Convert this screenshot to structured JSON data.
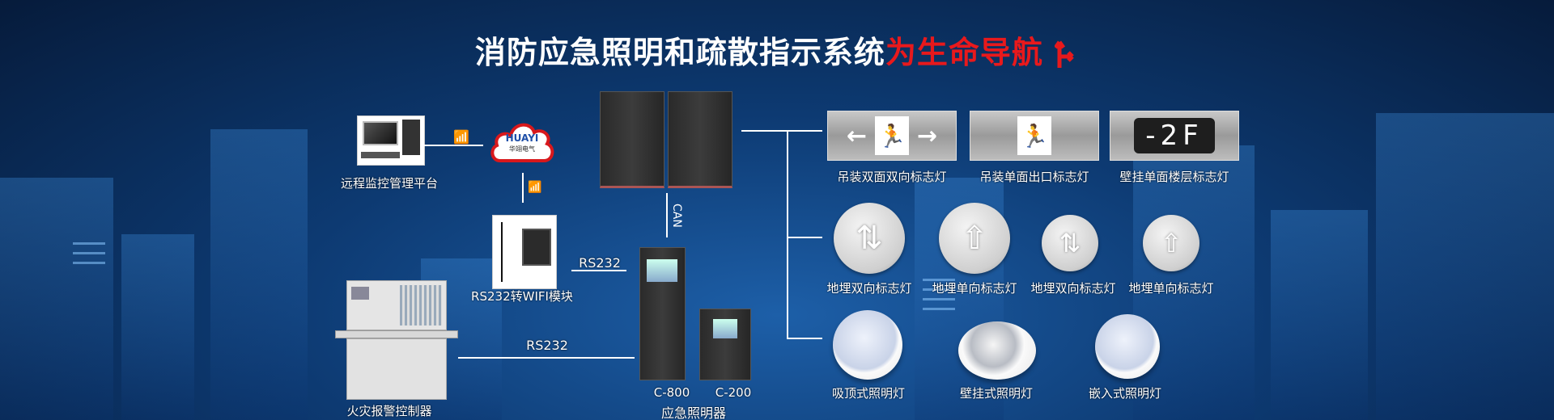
{
  "title": {
    "main": "消防应急照明和疏散指示系统",
    "highlight": "为生命导航"
  },
  "colors": {
    "highlight": "#e8191c",
    "background": "#0d3a72"
  },
  "left": {
    "remote_platform": "远程监控管理平台",
    "cloud_brand": "HUAYI",
    "cloud_brand_cn": "华翊电气",
    "wifi_module": "RS232转WIFI模块",
    "fire_controller": "火灾报警控制器",
    "rs232_upper": "RS232",
    "rs232_lower": "RS232",
    "can": "CAN"
  },
  "center": {
    "model_a": "C-800",
    "model_b": "C-200",
    "caption": "应急照明器"
  },
  "signs": [
    {
      "label": "吊装双面双向标志灯"
    },
    {
      "label": "吊装单面出口标志灯"
    },
    {
      "label": "壁挂单面楼层标志灯",
      "text": "-2F"
    }
  ],
  "floor_signs": [
    {
      "label": "地埋双向标志灯",
      "glyph": "⇅"
    },
    {
      "label": "地埋单向标志灯",
      "glyph": "⇧"
    },
    {
      "label": "地埋双向标志灯",
      "glyph": "⇅"
    },
    {
      "label": "地埋单向标志灯",
      "glyph": "⇧"
    }
  ],
  "lights": [
    {
      "label": "吸顶式照明灯"
    },
    {
      "label": "壁挂式照明灯"
    },
    {
      "label": "嵌入式照明灯"
    }
  ]
}
